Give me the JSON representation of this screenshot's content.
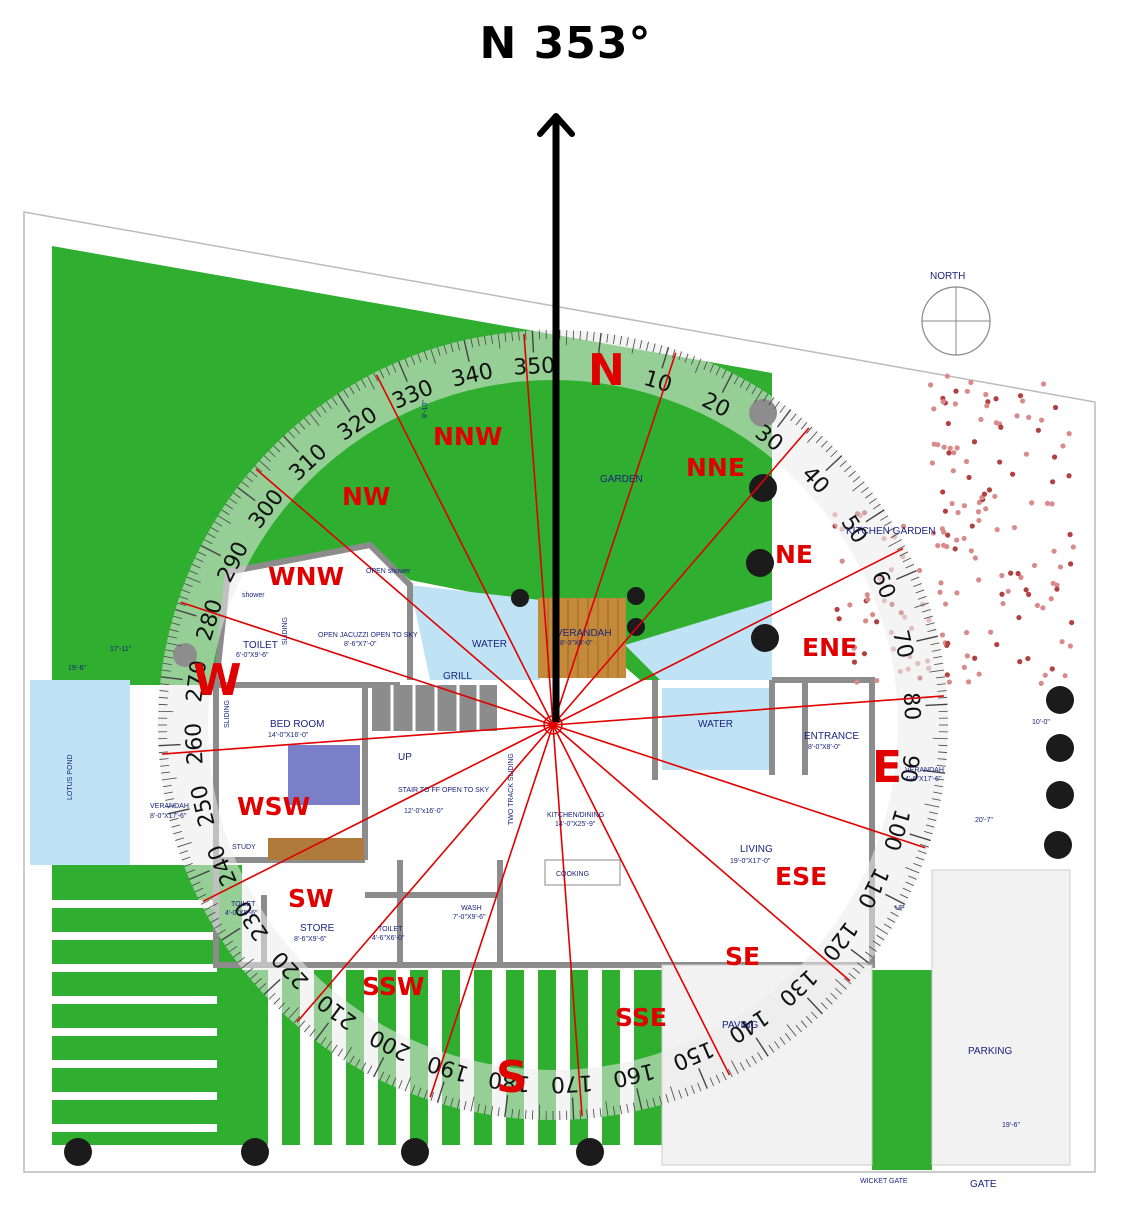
{
  "heading": "N 353°",
  "colors": {
    "lawn": "#2fae2f",
    "water": "#bfe3f5",
    "direction_line": "#e00000",
    "direction_text": "#e00000",
    "arrow": "#000000",
    "plan_text": "#1a237e",
    "wall": "#8c8c8c",
    "verandah_deck": "#c48a3a",
    "bed": "#7b7fc8"
  },
  "compass": {
    "north_reading_deg": 353,
    "degree_labels": [
      "10",
      "20",
      "30",
      "40",
      "50",
      "60",
      "70",
      "80",
      "90",
      "100",
      "110",
      "120",
      "130",
      "140",
      "150",
      "160",
      "170",
      "180",
      "190",
      "200",
      "210",
      "220",
      "230",
      "240",
      "250",
      "260",
      "270",
      "280",
      "290",
      "300",
      "310",
      "320",
      "330",
      "340",
      "350"
    ],
    "zones": [
      {
        "label": "N"
      },
      {
        "label": "NNE"
      },
      {
        "label": "NE"
      },
      {
        "label": "ENE"
      },
      {
        "label": "E"
      },
      {
        "label": "ESE"
      },
      {
        "label": "SE"
      },
      {
        "label": "SSE"
      },
      {
        "label": "S"
      },
      {
        "label": "SSW"
      },
      {
        "label": "SW"
      },
      {
        "label": "WSW"
      },
      {
        "label": "W"
      },
      {
        "label": "WNW"
      },
      {
        "label": "NW"
      },
      {
        "label": "NNW"
      }
    ]
  },
  "plan": {
    "north_symbol": "NORTH",
    "rooms": {
      "garden": "GARDEN",
      "kitchen_garden": "KITCHEN GARDEN",
      "water_1": "WATER",
      "water_2": "WATER",
      "grill": "GRILL",
      "verandah_top": "VERANDAH",
      "verandah_top_dim": "8'-3\"X8'-0\"",
      "jacuzzi": "OPEN JACUZZI OPEN TO SKY",
      "jacuzzi_dim": "8'-6\"X7'-0\"",
      "open_shower": "OPEN shower",
      "shower": "shower",
      "toilet_1": "TOILET",
      "toilet_1_dim": "6'-0\"X9'-6\"",
      "sliding_1": "SLIDING",
      "sliding_2": "SLIDING",
      "bedroom": "BED ROOM",
      "bedroom_dim": "14'-0\"X16'-0\"",
      "up_1": "UP",
      "stair": "STAIR TO FF OPEN TO SKY",
      "stair_dim": "12'-0\"x16'-0\"",
      "two_track": "TWO TRACK SLIDING",
      "kitchen": "KITCHEN/DINING",
      "kitchen_dim": "14'-0\"X25'-9\"",
      "cooking": "COOKING",
      "entrance": "ENTRANCE",
      "entrance_dim": "8'-0\"X8'-0\"",
      "verandah_right": "VERANDAH",
      "verandah_right_dim": "4'-6\"X17'-6\"",
      "living": "LIVING",
      "living_dim": "19'-0\"X17'-0\"",
      "up_2": "UP",
      "lotus_pond": "LOTUS POND",
      "verandah_left": "VERANDAH",
      "verandah_left_dim": "8'-0\"X17'-6\"",
      "study": "STUDY",
      "toilet_2": "TOILET",
      "toilet_2_dim": "4'-0\"X5'-6\"",
      "store": "STORE",
      "store_dim": "8'-6\"X9'-6\"",
      "toilet_3": "TOILET",
      "toilet_3_dim": "4'-6\"X6'-0\"",
      "wash": "WASH",
      "wash_dim": "7'-0\"X9'-6\"",
      "paving": "PAVING",
      "parking": "PARKING",
      "wicket_gate": "WICKET GATE",
      "gate": "GATE"
    },
    "dimensions": {
      "d1": "17'-11\"",
      "d2": "19'-6\"",
      "d3": "10'-0\"",
      "d4": "20'-7\"",
      "d5": "19'-6\"",
      "d6": "8'-10\""
    }
  }
}
